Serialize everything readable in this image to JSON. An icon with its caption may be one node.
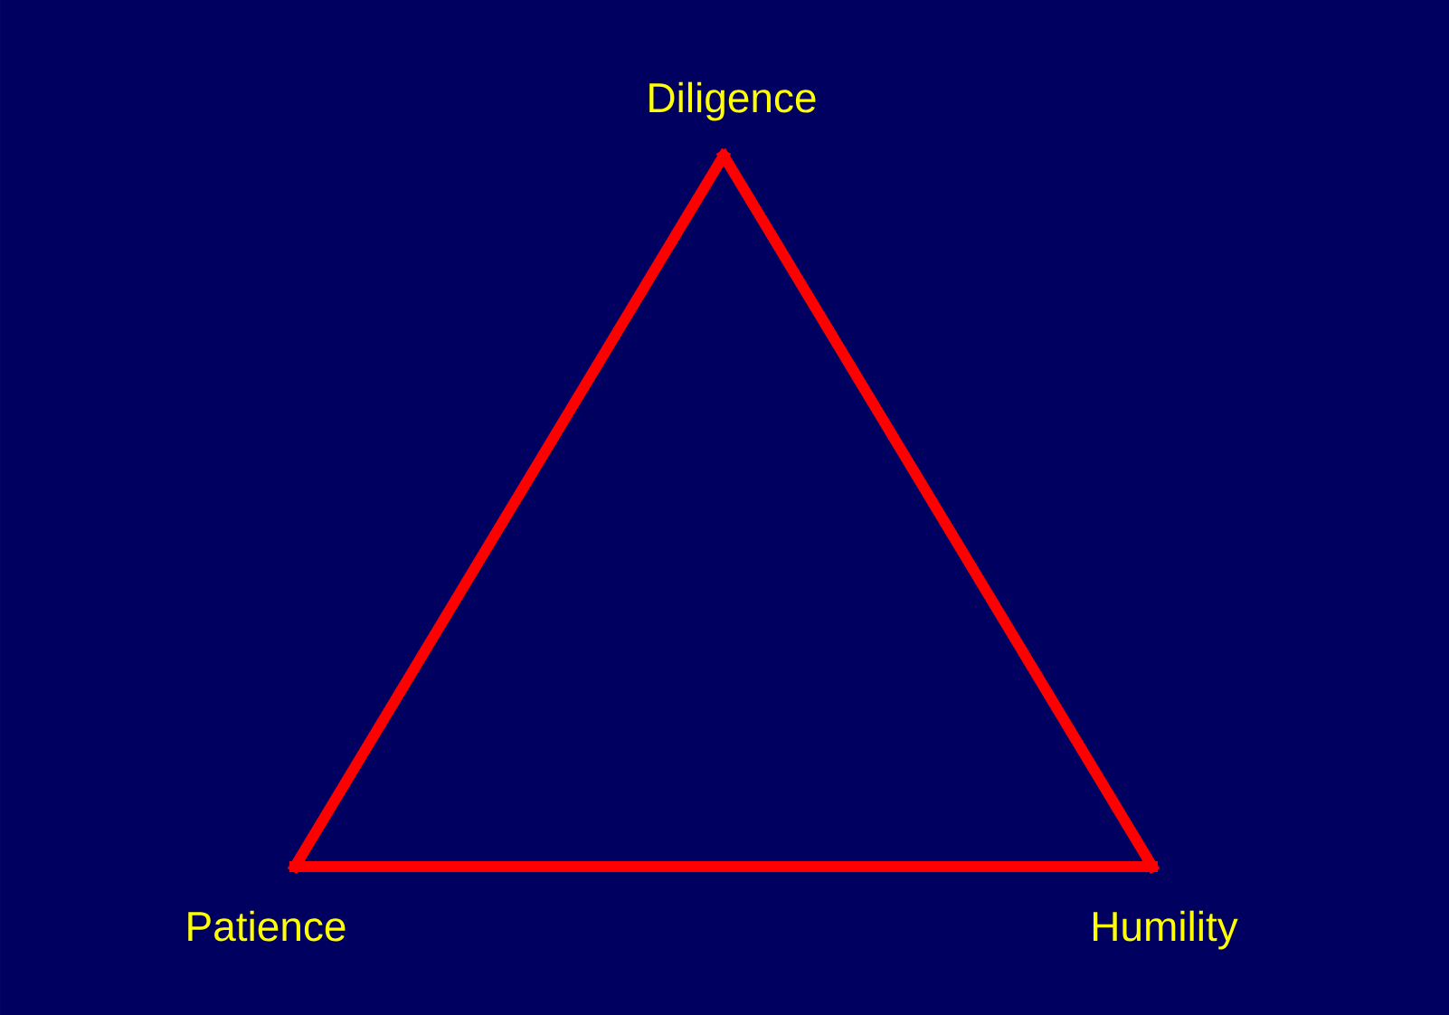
{
  "diagram": {
    "nodes": [
      {
        "text": [
          "Diligence"
        ]
      },
      {
        "text": [
          "Patience"
        ]
      },
      {
        "text": [
          "Humility"
        ]
      }
    ],
    "edges": [
      {
        "from": 0,
        "to": 1,
        "arrow": "none"
      },
      {
        "from": 1,
        "to": 2,
        "arrow": "none"
      },
      {
        "from": 2,
        "to": 0,
        "arrow": "none"
      }
    ]
  }
}
